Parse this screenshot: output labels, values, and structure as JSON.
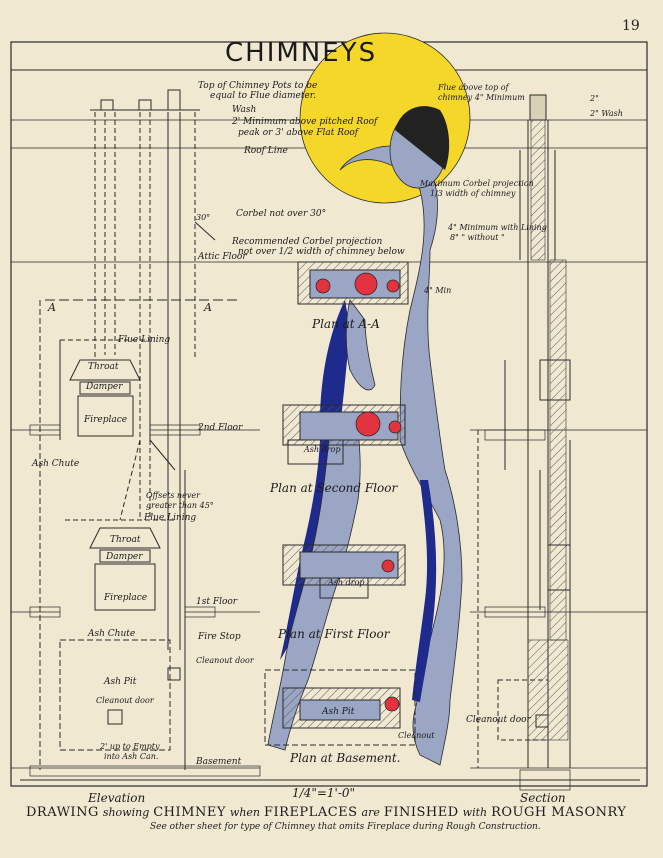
{
  "page_number": "19",
  "title": "CHIMNEYS",
  "caption": {
    "w1": "DRAWING",
    "w2": "showing",
    "w3": "CHIMNEY",
    "w4": "when",
    "w5": "FIREPLACES",
    "w6": "are",
    "w7": "FINISHED",
    "w8": "with",
    "w9": "ROUGH MASONRY"
  },
  "subcaption": "See other sheet for type of Chimney that omits Fireplace during Rough Construction.",
  "scale": "1/4\"=1'-0\"",
  "views": {
    "elevation": "Elevation",
    "section": "Section"
  },
  "plans": {
    "a_a": "Plan at A-A",
    "second": "Plan at Second Floor",
    "first": "Plan at First Floor",
    "basement": "Plan at Basement."
  },
  "labels": {
    "pots_1": "Top of Chimney Pots to be",
    "pots_2": "equal to Flue diameter.",
    "wash": "Wash",
    "min_1": "2' Minimum above pitched Roof",
    "min_2": "peak or 3' above Flat Roof",
    "roof_line": "Roof Line",
    "thirty": "30°",
    "corbel": "Corbel not over 30°",
    "rec_1": "Recommended Corbel projection",
    "rec_2": "not over 1/2 width of chimney below",
    "attic": "Attic Floor",
    "a_left": "A",
    "a_right": "A",
    "flue_lining_1": "Flue Lining",
    "throat_1": "Throat",
    "damper_1": "Damper",
    "fireplace_1": "Fireplace",
    "second_floor": "2nd Floor",
    "ash_chute_1": "Ash Chute",
    "offsets_1": "Offsets never",
    "offsets_2": "greater than 45°",
    "flue_lining_2": "Flue Lining",
    "throat_2": "Throat",
    "damper_2": "Damper",
    "fireplace_2": "Fireplace",
    "first_floor": "1st Floor",
    "ash_chute_2": "Ash Chute",
    "fire_stop": "Fire Stop",
    "cleanout_1": "Cleanout door",
    "ash_pit": "Ash Pit",
    "cleanout_2": "Cleanout door",
    "empty_1": "2' up to Empty",
    "empty_2": "into Ash Can.",
    "basement": "Basement",
    "flue_above_1": "Flue above top of",
    "flue_above_2": "chimney 4\" Minimum",
    "two_in_1": "2\"",
    "two_in_wash": "2\" Wash",
    "max_corbel_1": "Maximum Corbel projection",
    "max_corbel_2": "1/3 width of chimney",
    "four_min_lining": "4\" Minimum with Lining",
    "eight_without": "8\" \" without \"",
    "four_min": "4\" Min",
    "ash_drop_1": "Ash drop",
    "ash_drop_2": "Ash drop",
    "ash_pit_plan": "Ash Pit",
    "cleanout_plan": "Cleanout",
    "cleanout_section": "Cleanout door"
  },
  "colors": {
    "paper": "#f1e8d2",
    "ink": "#1b1b1b",
    "sun": "#f5d72a",
    "figure": "#9aa6c4",
    "shadow": "#1e2a8c",
    "flue_dot": "#e2333f"
  }
}
